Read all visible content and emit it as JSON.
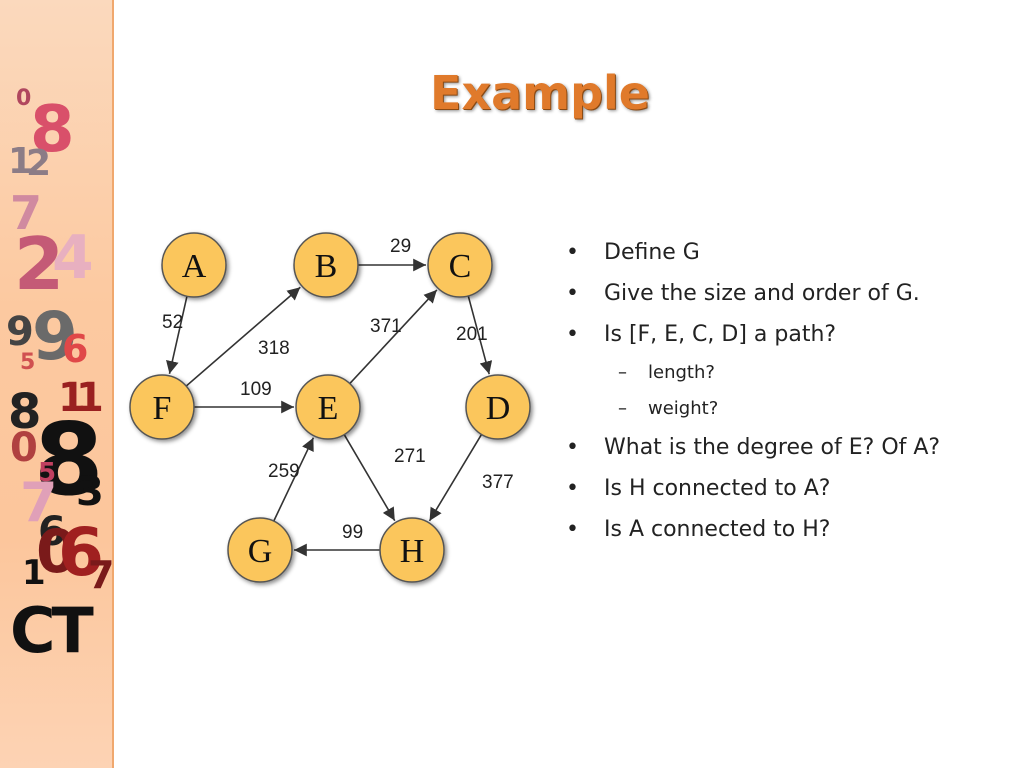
{
  "slide": {
    "title": "Example"
  },
  "decor": {
    "glyphs": [
      "0",
      "8",
      "1",
      "2",
      "7",
      "2",
      "4",
      "9",
      "9",
      "6",
      "5",
      "1",
      "1",
      "8",
      "8",
      "0",
      "5",
      "3",
      "7",
      "6",
      "0",
      "6",
      "7",
      "1",
      "CT"
    ]
  },
  "graph": {
    "nodes": [
      {
        "id": "A",
        "label": "A"
      },
      {
        "id": "B",
        "label": "B"
      },
      {
        "id": "C",
        "label": "C"
      },
      {
        "id": "F",
        "label": "F"
      },
      {
        "id": "E",
        "label": "E"
      },
      {
        "id": "D",
        "label": "D"
      },
      {
        "id": "G",
        "label": "G"
      },
      {
        "id": "H",
        "label": "H"
      }
    ],
    "edges": [
      {
        "from": "A",
        "to": "F",
        "weight": "52"
      },
      {
        "from": "F",
        "to": "B",
        "weight": "318"
      },
      {
        "from": "B",
        "to": "C",
        "weight": "29"
      },
      {
        "from": "F",
        "to": "E",
        "weight": "109"
      },
      {
        "from": "E",
        "to": "C",
        "weight": "371"
      },
      {
        "from": "C",
        "to": "D",
        "weight": "201"
      },
      {
        "from": "E",
        "to": "H",
        "weight": "271"
      },
      {
        "from": "D",
        "to": "H",
        "weight": "377"
      },
      {
        "from": "H",
        "to": "G",
        "weight": "99"
      },
      {
        "from": "G",
        "to": "E",
        "weight": "259"
      }
    ],
    "colors": {
      "node_fill": "#fbc65b",
      "node_stroke": "#555555",
      "edge": "#333333"
    }
  },
  "bullets": {
    "marker": "•",
    "sub_marker": "–",
    "q1": "Define G",
    "q2": "Give the size and order of G.",
    "q3": "Is [F, E, C, D] a path?",
    "q3a": "length?",
    "q3b": "weight?",
    "q4": "What is the degree of E?  Of A?",
    "q5": "Is H connected to A?",
    "q6": "Is A connected to H?"
  }
}
